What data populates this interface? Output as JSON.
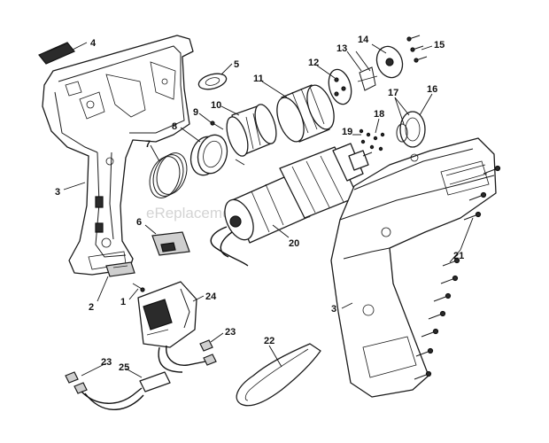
{
  "watermark": "eReplacementParts.com",
  "callouts": [
    {
      "id": "c1",
      "text": "1"
    },
    {
      "id": "c2",
      "text": "2"
    },
    {
      "id": "c3a",
      "text": "3"
    },
    {
      "id": "c3b",
      "text": "3"
    },
    {
      "id": "c4",
      "text": "4"
    },
    {
      "id": "c5",
      "text": "5"
    },
    {
      "id": "c6",
      "text": "6"
    },
    {
      "id": "c7",
      "text": "7"
    },
    {
      "id": "c8",
      "text": "8"
    },
    {
      "id": "c9",
      "text": "9"
    },
    {
      "id": "c10",
      "text": "10"
    },
    {
      "id": "c11",
      "text": "11"
    },
    {
      "id": "c12",
      "text": "12"
    },
    {
      "id": "c13",
      "text": "13"
    },
    {
      "id": "c14",
      "text": "14"
    },
    {
      "id": "c15",
      "text": "15"
    },
    {
      "id": "c16",
      "text": "16"
    },
    {
      "id": "c17",
      "text": "17"
    },
    {
      "id": "c18",
      "text": "18"
    },
    {
      "id": "c19",
      "text": "19"
    },
    {
      "id": "c20",
      "text": "20"
    },
    {
      "id": "c21",
      "text": "21"
    },
    {
      "id": "c22",
      "text": "22"
    },
    {
      "id": "c23a",
      "text": "23"
    },
    {
      "id": "c23b",
      "text": "23"
    },
    {
      "id": "c24",
      "text": "24"
    },
    {
      "id": "c25",
      "text": "25"
    }
  ]
}
